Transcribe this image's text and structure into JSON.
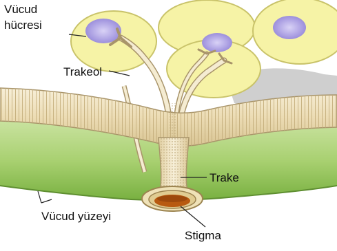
{
  "labels": {
    "body_cell_line1": "Vücud",
    "body_cell_line2": "hücresi",
    "tracheole": "Trakeol",
    "trachea": "Trake",
    "body_surface": "Vücud yüzeyi",
    "spiracle": "Stigma"
  },
  "colors": {
    "cell_fill": "#f6f3a6",
    "cell_stroke": "#c9c36a",
    "nucleus": "#a79be0",
    "trachea_fill": "#f1e4c0",
    "trachea_stroke": "#a8946a",
    "tissue_top": "#c8e0a0",
    "tissue_bottom": "#7db84a",
    "spiracle_fill": "#b85a10",
    "leader_line": "#222222"
  }
}
